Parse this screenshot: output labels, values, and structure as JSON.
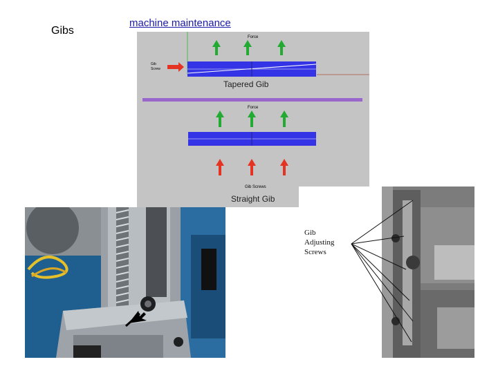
{
  "slide": {
    "title": "Gibs",
    "link_text": "machine maintenance"
  },
  "diagram": {
    "force_top": "Force",
    "gib_screw_line1": "Gib",
    "gib_screw_line2": "Screw",
    "tapered_caption": "Tapered Gib",
    "force_mid": "Force",
    "gib_screws": "Gib Screws",
    "straight_caption": "Straight Gib",
    "colors": {
      "gib": "#3434e6",
      "divider": "#9966cc",
      "up_arrow": "#22aa33",
      "push_arrow": "#e43323"
    }
  },
  "photo_right": {
    "label_line1": "Gib",
    "label_line2": "Adjusting",
    "label_line3": "Screws"
  }
}
